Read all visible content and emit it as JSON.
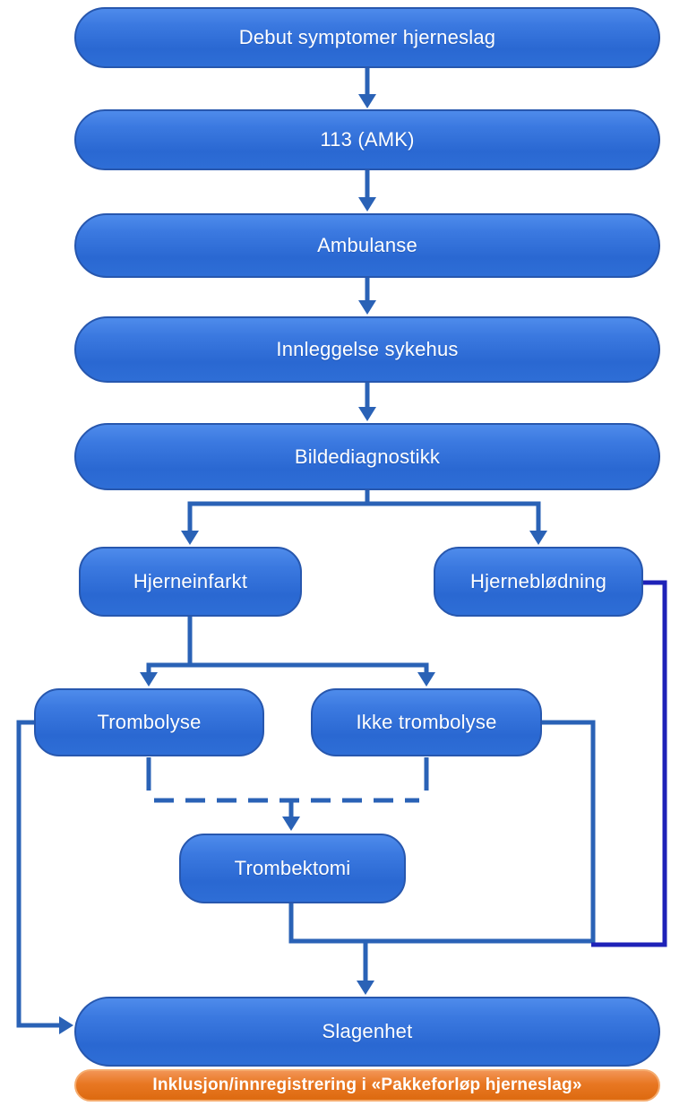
{
  "diagram": {
    "language": "Norwegian",
    "type": "flowchart",
    "nodes": {
      "debut": {
        "label": "Debut symptomer hjerneslag"
      },
      "amk": {
        "label": "113 (AMK)"
      },
      "ambulanse": {
        "label": "Ambulanse"
      },
      "innleggelse": {
        "label": "Innleggelse sykehus"
      },
      "bildediagnostikk": {
        "label": "Bildediagnostikk"
      },
      "hjerneinfarkt": {
        "label": "Hjerneinfarkt"
      },
      "hjerneblodning": {
        "label": "Hjerneblødning"
      },
      "trombolyse": {
        "label": "Trombolyse"
      },
      "ikke_trombolyse": {
        "label": "Ikke trombolyse"
      },
      "trombektomi": {
        "label": "Trombektomi"
      },
      "slagenhet": {
        "label": "Slagenhet"
      },
      "inklusjon": {
        "label": "Inklusjon/innregistrering i «Pakkeforløp hjerneslag»"
      }
    },
    "edges": [
      {
        "from": "debut",
        "to": "amk",
        "style": "solid",
        "color": "blue"
      },
      {
        "from": "amk",
        "to": "ambulanse",
        "style": "solid",
        "color": "blue"
      },
      {
        "from": "ambulanse",
        "to": "innleggelse",
        "style": "solid",
        "color": "blue"
      },
      {
        "from": "innleggelse",
        "to": "bildediagnostikk",
        "style": "solid",
        "color": "blue"
      },
      {
        "from": "bildediagnostikk",
        "to": "hjerneinfarkt",
        "style": "solid",
        "color": "blue"
      },
      {
        "from": "bildediagnostikk",
        "to": "hjerneblodning",
        "style": "solid",
        "color": "blue"
      },
      {
        "from": "hjerneinfarkt",
        "to": "trombolyse",
        "style": "solid",
        "color": "blue"
      },
      {
        "from": "hjerneinfarkt",
        "to": "ikke_trombolyse",
        "style": "solid",
        "color": "blue"
      },
      {
        "from": "trombolyse",
        "to": "trombektomi",
        "style": "dashed",
        "color": "blue"
      },
      {
        "from": "ikke_trombolyse",
        "to": "trombektomi",
        "style": "dashed",
        "color": "blue"
      },
      {
        "from": "trombolyse",
        "to": "slagenhet",
        "style": "solid",
        "color": "blue"
      },
      {
        "from": "ikke_trombolyse",
        "to": "slagenhet",
        "style": "solid",
        "color": "blue"
      },
      {
        "from": "trombektomi",
        "to": "slagenhet",
        "style": "solid",
        "color": "blue"
      },
      {
        "from": "hjerneblodning",
        "to": "slagenhet",
        "style": "solid",
        "color": "navy"
      }
    ],
    "colors": {
      "node_fill_top": "#4E8BEB",
      "node_fill_bottom": "#2E6ED6",
      "node_border": "#2757AE",
      "connector_blue": "#2A62B6",
      "connector_navy": "#1E22B8",
      "callout_fill": "#E87722",
      "callout_border": "#F5AB6D",
      "text": "#FFFFFF"
    }
  }
}
